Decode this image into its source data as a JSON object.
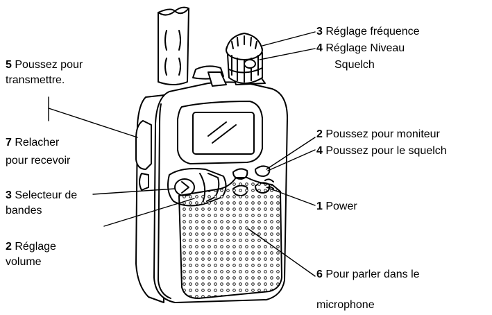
{
  "labels": {
    "ptt": {
      "num": "5",
      "text": " Poussez pour",
      "line2": "transmettre."
    },
    "release": {
      "num": "7",
      "text": " Relacher",
      "line2": "pour recevoir"
    },
    "band": {
      "num": "3",
      "text": " Selecteur de",
      "line2": "bandes"
    },
    "volume": {
      "num": "2",
      "text": " Réglage",
      "line2": "volume"
    },
    "frequency": {
      "num": "3",
      "text": " Réglage fréquence"
    },
    "squelch": {
      "num": "4",
      "text": " Réglage Niveau",
      "line2": "Squelch"
    },
    "monitor": {
      "num": "2",
      "text": " Poussez pour moniteur"
    },
    "squelch_push": {
      "num": "4",
      "text": " Poussez pour le squelch"
    },
    "power": {
      "num": "1",
      "text": " Power"
    },
    "mic": {
      "num": "6",
      "text": " Pour parler dans le",
      "line2": "microphone"
    }
  }
}
